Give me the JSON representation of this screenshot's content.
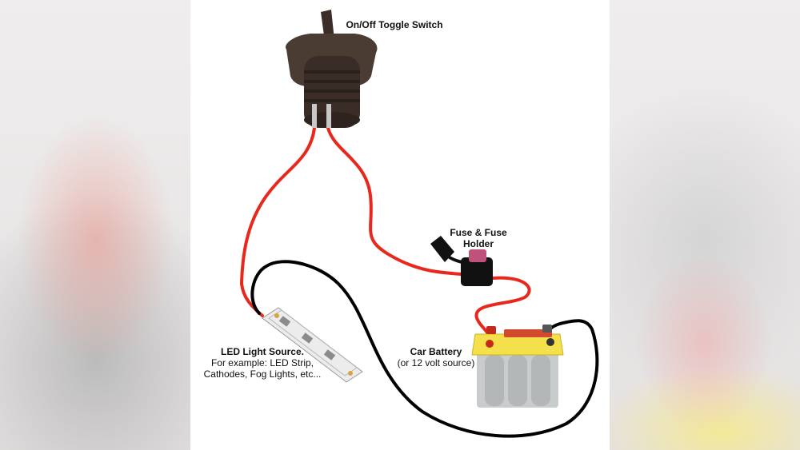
{
  "labels": {
    "switch": "On/Off Toggle Switch",
    "fuse_line1": "Fuse & Fuse",
    "fuse_line2": "Holder",
    "led_title": "LED Light Source.",
    "led_line1": "For example: LED Strip,",
    "led_line2": "Cathodes, Fog Lights, etc...",
    "battery_title": "Car Battery",
    "battery_line1": "(or 12 volt source)"
  },
  "colors": {
    "wire_positive": "#e8281c",
    "wire_ground": "#000000",
    "battery_yellow": "#f3e04a",
    "battery_gray": "#c9cccc",
    "switch_body": "#4a3b33",
    "fuse_body": "#111111",
    "fuse_element": "#c0517a"
  },
  "icons": [
    "toggle-switch-icon",
    "fuse-holder-icon",
    "led-strip-icon",
    "car-battery-icon"
  ]
}
